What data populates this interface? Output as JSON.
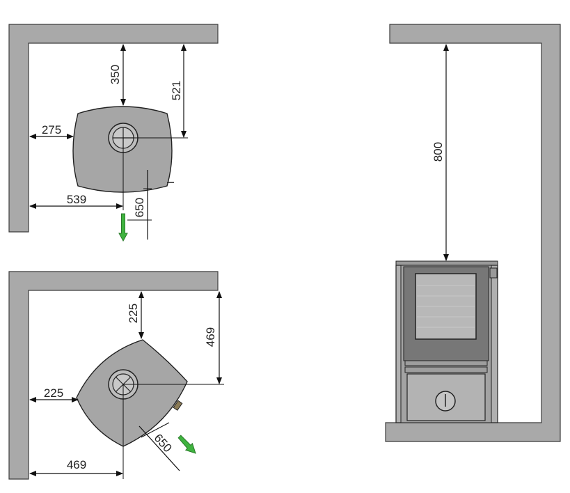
{
  "colors": {
    "wall_fill": "#a9a9a9",
    "wall_stroke": "#3c3c3c",
    "stove_fill": "#a6a6a6",
    "stove_stroke": "#222222",
    "flue_fill": "#bdbdbd",
    "dimension_line": "#111111",
    "arrow": "#3fb33f",
    "arrow_stroke": "#2a7a2a",
    "glass": "#555555"
  },
  "icons": {
    "front_direction": "green-arrow-icon",
    "flue": "flue-outlet-icon",
    "air_inlet": "air-control-knob-icon"
  },
  "views": {
    "top_wall": {
      "dim_back": "350",
      "dim_back_to_flue": "521",
      "dim_side": "275",
      "dim_side_to_flue": "539",
      "dim_front": "650"
    },
    "corner": {
      "dim_back": "225",
      "dim_back_to_flue": "469",
      "dim_side": "225",
      "dim_side_to_flue": "469",
      "dim_front": "650"
    },
    "front_elevation": {
      "dim_ceiling": "800"
    }
  }
}
